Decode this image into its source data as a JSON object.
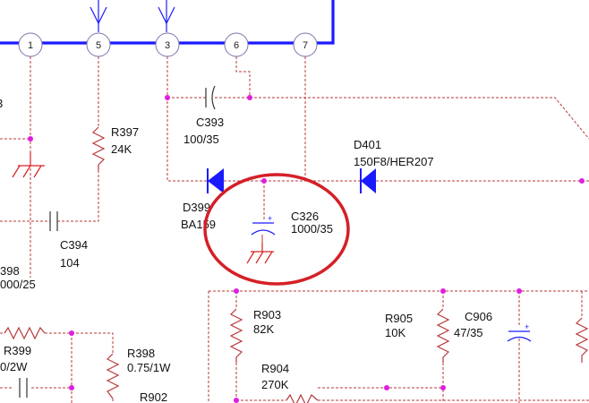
{
  "colors": {
    "bus": "#1a1aff",
    "wire": "#b83a3a",
    "node": "#e01ee0",
    "highlight": "#d42027",
    "diode": "#1a1aff"
  },
  "connector_pins": [
    "1",
    "5",
    "3",
    "6",
    "7"
  ],
  "components": {
    "r397": {
      "ref": "R397",
      "value": "24K"
    },
    "c393": {
      "ref": "C393",
      "value": "100/35"
    },
    "c394": {
      "ref": "C394",
      "value": "104"
    },
    "d401": {
      "ref": "D401",
      "value": "150F8/HER207"
    },
    "d399": {
      "ref": "D399",
      "value": "BA159"
    },
    "c326": {
      "ref": "C326",
      "value": "1000/35"
    },
    "r903": {
      "ref": "R903",
      "value": "82K"
    },
    "r904": {
      "ref": "R904",
      "value": "270K"
    },
    "r905": {
      "ref": "R905",
      "value": "10K"
    },
    "c906": {
      "ref": "C906",
      "value": "47/35"
    },
    "r399": {
      "ref": "R399",
      "value": "0/2W"
    },
    "r398": {
      "ref": "R398",
      "value": "0.75/1W"
    },
    "r902": {
      "ref": "R902"
    },
    "partial_ref": "398",
    "partial_value": "000/25",
    "partial_left": "3"
  }
}
